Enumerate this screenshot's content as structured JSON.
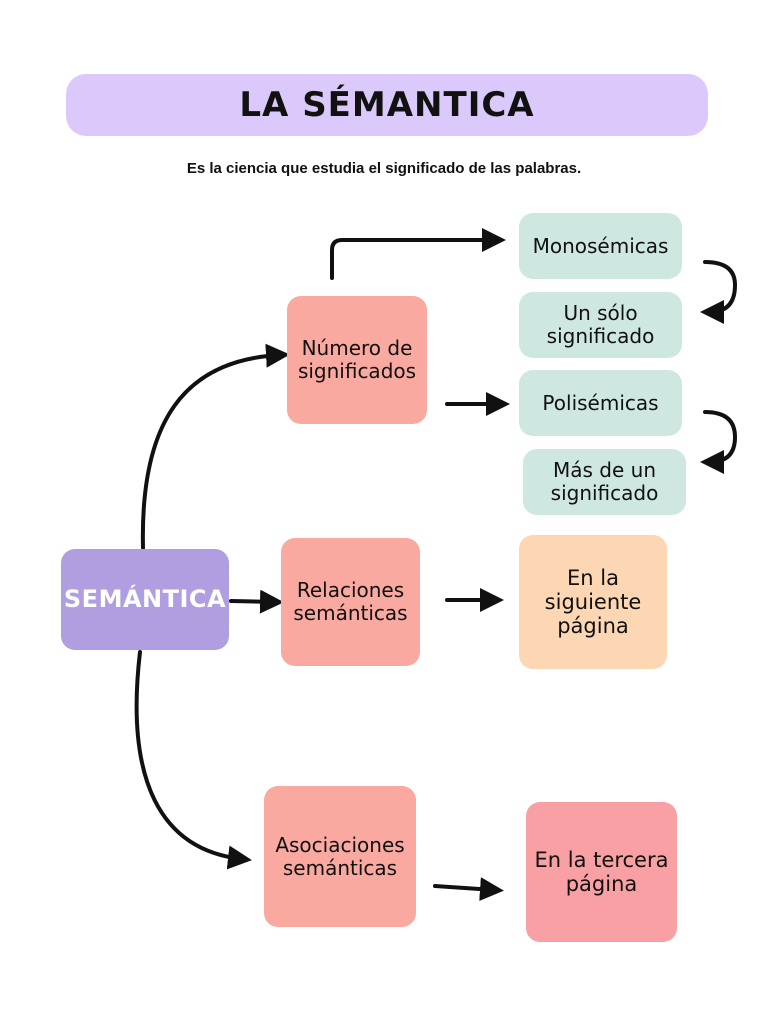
{
  "title": "LA SÉMANTICA",
  "subtitle": "Es la ciencia que estudia el significado de las palabras.",
  "center": "SEMÁNTICA",
  "branches": {
    "numero": "Número de significados",
    "relaciones": "Relaciones semánticas",
    "asociaciones": "Asociaciones semánticas"
  },
  "leaves": {
    "monosemicas": "Monosémicas",
    "un_solo": "Un sólo significado",
    "polisemicas": "Polisémicas",
    "mas_de_un": "Más de un significado",
    "siguiente": "En la siguiente página",
    "tercera": "En la tercera página"
  },
  "colors": {
    "title_bg": "#dcc9fb",
    "center_bg": "#b09ee0",
    "branch_bg": "#f9a9a0",
    "leaf_mint": "#cfe7e1",
    "leaf_peach": "#fdd6b3",
    "leaf_pink": "#f8a0a3",
    "arrow": "#111111"
  }
}
